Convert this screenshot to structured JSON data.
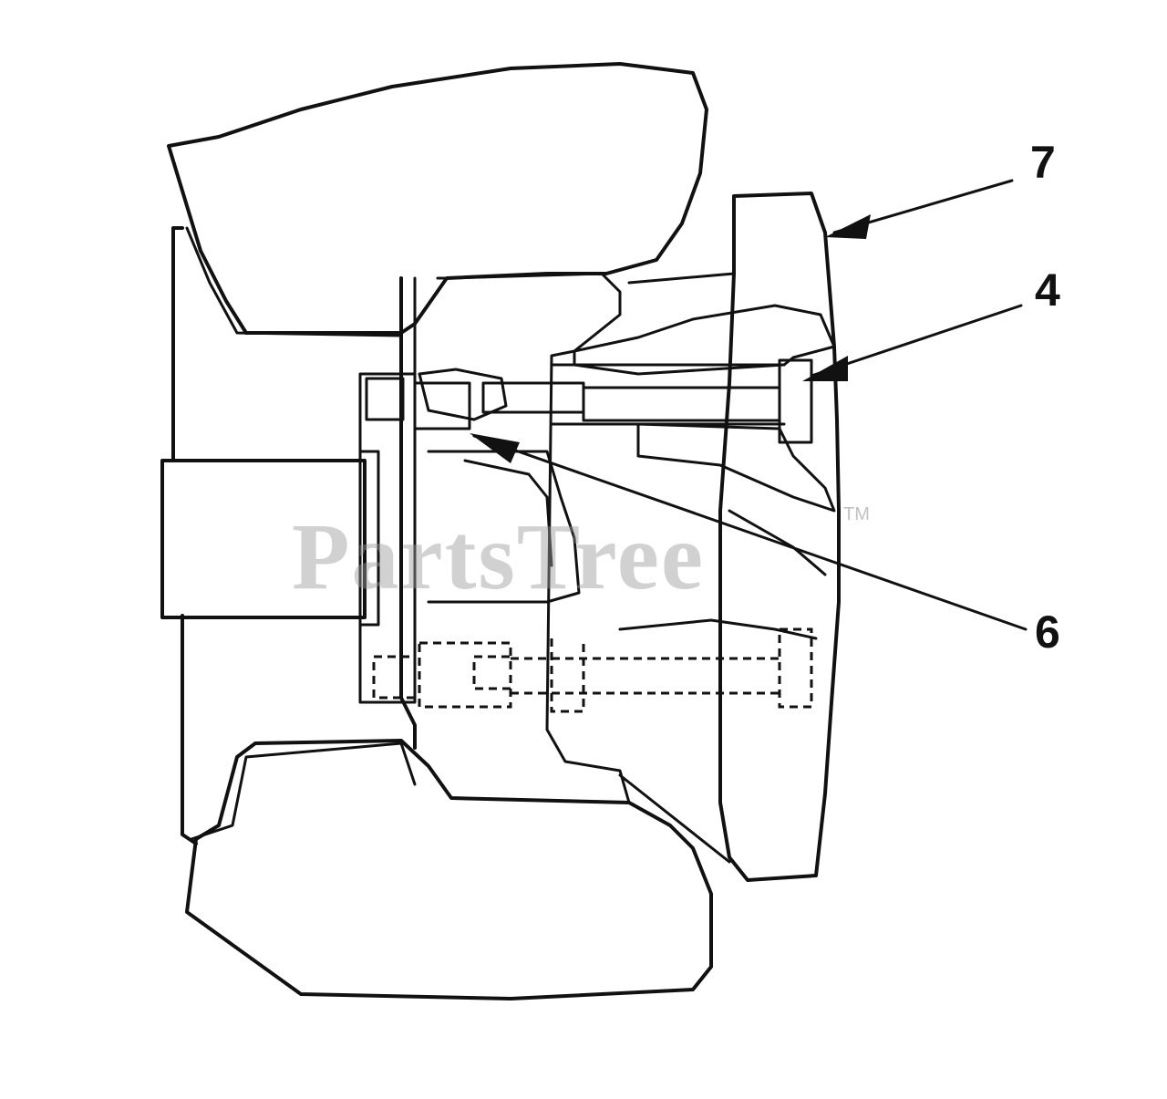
{
  "diagram": {
    "callouts": [
      {
        "id": "7",
        "label": "7"
      },
      {
        "id": "4",
        "label": "4"
      },
      {
        "id": "6",
        "label": "6"
      }
    ],
    "watermark": {
      "text": "PartsTree",
      "trademark": "TM"
    },
    "colors": {
      "ink": "#111111",
      "background": "#ffffff",
      "watermark": "#9a9a9a"
    }
  }
}
